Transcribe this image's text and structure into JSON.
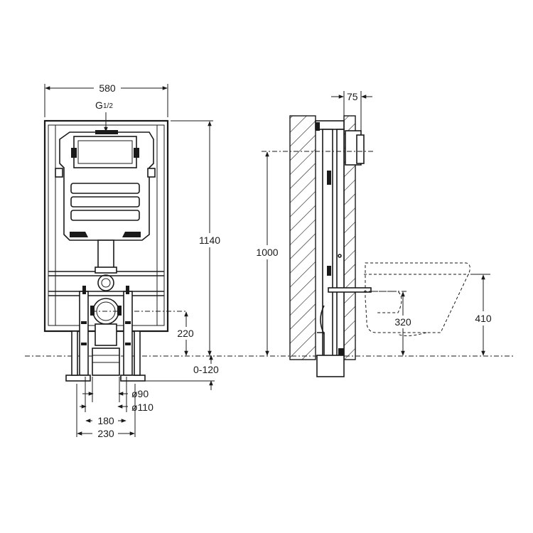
{
  "front_view": {
    "width": "580",
    "connection": "G",
    "connection_frac": "1/2",
    "height_total": "1140",
    "outlet_height": "220",
    "adjust_range": "0-120",
    "pipe_d1": "ø90",
    "pipe_d2": "ø110",
    "spacing1": "180",
    "spacing2": "230"
  },
  "side_view": {
    "depth": "75",
    "height_button": "1000",
    "height_outlet": "320",
    "height_bowl": "410"
  },
  "colors": {
    "line": "#1a1a1a",
    "fill": "#e6e6e6",
    "background": "#ffffff"
  }
}
